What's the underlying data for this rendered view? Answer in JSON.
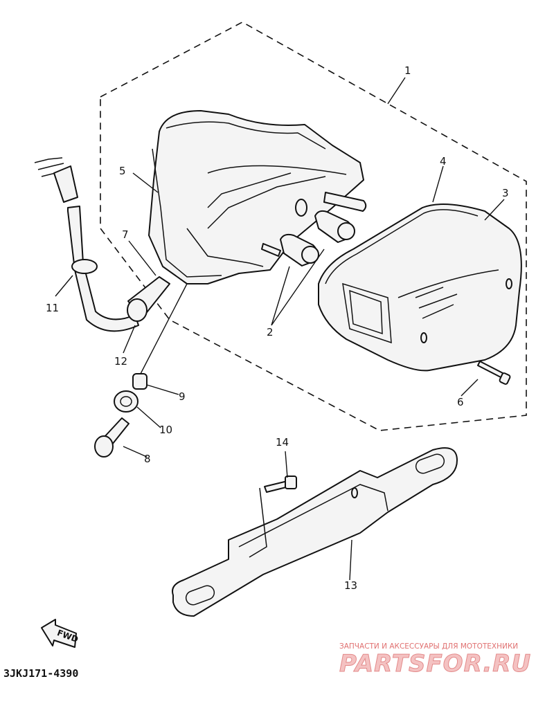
{
  "diagram": {
    "callouts": [
      "1",
      "2",
      "3",
      "4",
      "5",
      "6",
      "7",
      "8",
      "9",
      "10",
      "11",
      "12",
      "13",
      "14"
    ],
    "fwd_label": "FWD",
    "diagram_id": "3JKJ171-4390"
  },
  "watermark": {
    "caption": "ЗАПЧАСТИ И АКСЕССУАРЫ ДЛЯ МОТОТЕХНИКИ",
    "logo_text": "PARTSFOR.RU"
  },
  "colors": {
    "line": "#111111",
    "watermark": "#e07070"
  }
}
